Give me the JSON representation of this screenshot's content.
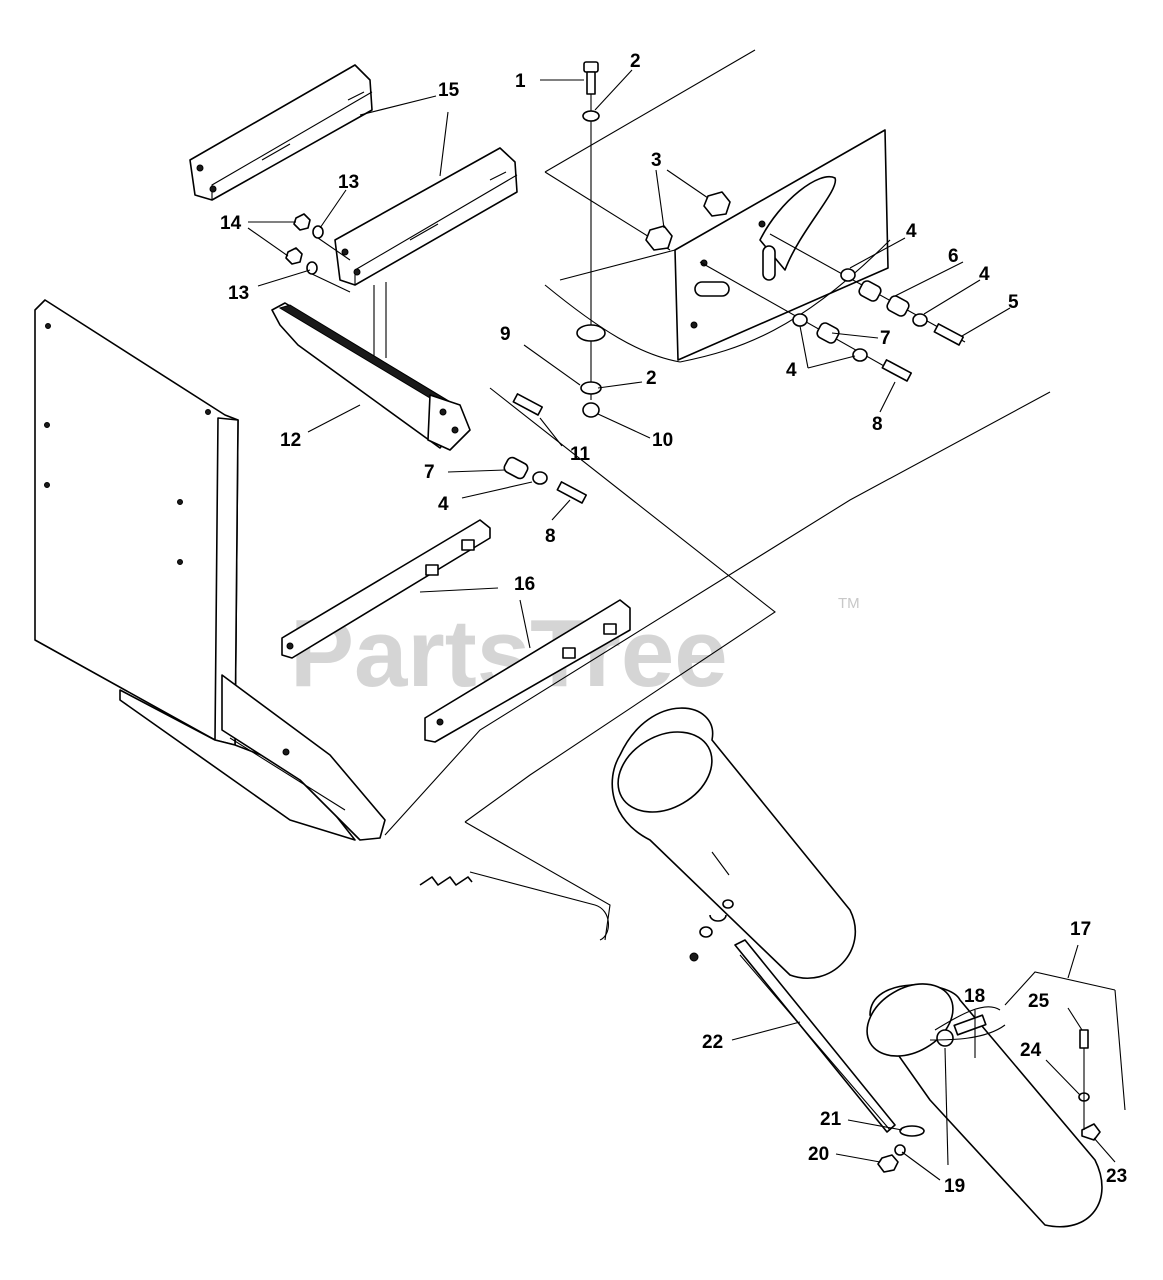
{
  "watermark": {
    "text": "PartsTree",
    "trademark": "TM"
  },
  "callouts": [
    {
      "id": "c1",
      "label": "1"
    },
    {
      "id": "c2a",
      "label": "2"
    },
    {
      "id": "c2b",
      "label": "2"
    },
    {
      "id": "c3",
      "label": "3"
    },
    {
      "id": "c4a",
      "label": "4"
    },
    {
      "id": "c4b",
      "label": "4"
    },
    {
      "id": "c4c",
      "label": "4"
    },
    {
      "id": "c4d",
      "label": "4"
    },
    {
      "id": "c5",
      "label": "5"
    },
    {
      "id": "c6",
      "label": "6"
    },
    {
      "id": "c7a",
      "label": "7"
    },
    {
      "id": "c7b",
      "label": "7"
    },
    {
      "id": "c8a",
      "label": "8"
    },
    {
      "id": "c8b",
      "label": "8"
    },
    {
      "id": "c9",
      "label": "9"
    },
    {
      "id": "c10",
      "label": "10"
    },
    {
      "id": "c11",
      "label": "11"
    },
    {
      "id": "c12",
      "label": "12"
    },
    {
      "id": "c13a",
      "label": "13"
    },
    {
      "id": "c13b",
      "label": "13"
    },
    {
      "id": "c14",
      "label": "14"
    },
    {
      "id": "c15",
      "label": "15"
    },
    {
      "id": "c16",
      "label": "16"
    },
    {
      "id": "c17",
      "label": "17"
    },
    {
      "id": "c18",
      "label": "18"
    },
    {
      "id": "c19",
      "label": "19"
    },
    {
      "id": "c20",
      "label": "20"
    },
    {
      "id": "c21",
      "label": "21"
    },
    {
      "id": "c22",
      "label": "22"
    },
    {
      "id": "c23",
      "label": "23"
    },
    {
      "id": "c24",
      "label": "24"
    },
    {
      "id": "c25",
      "label": "25"
    }
  ]
}
